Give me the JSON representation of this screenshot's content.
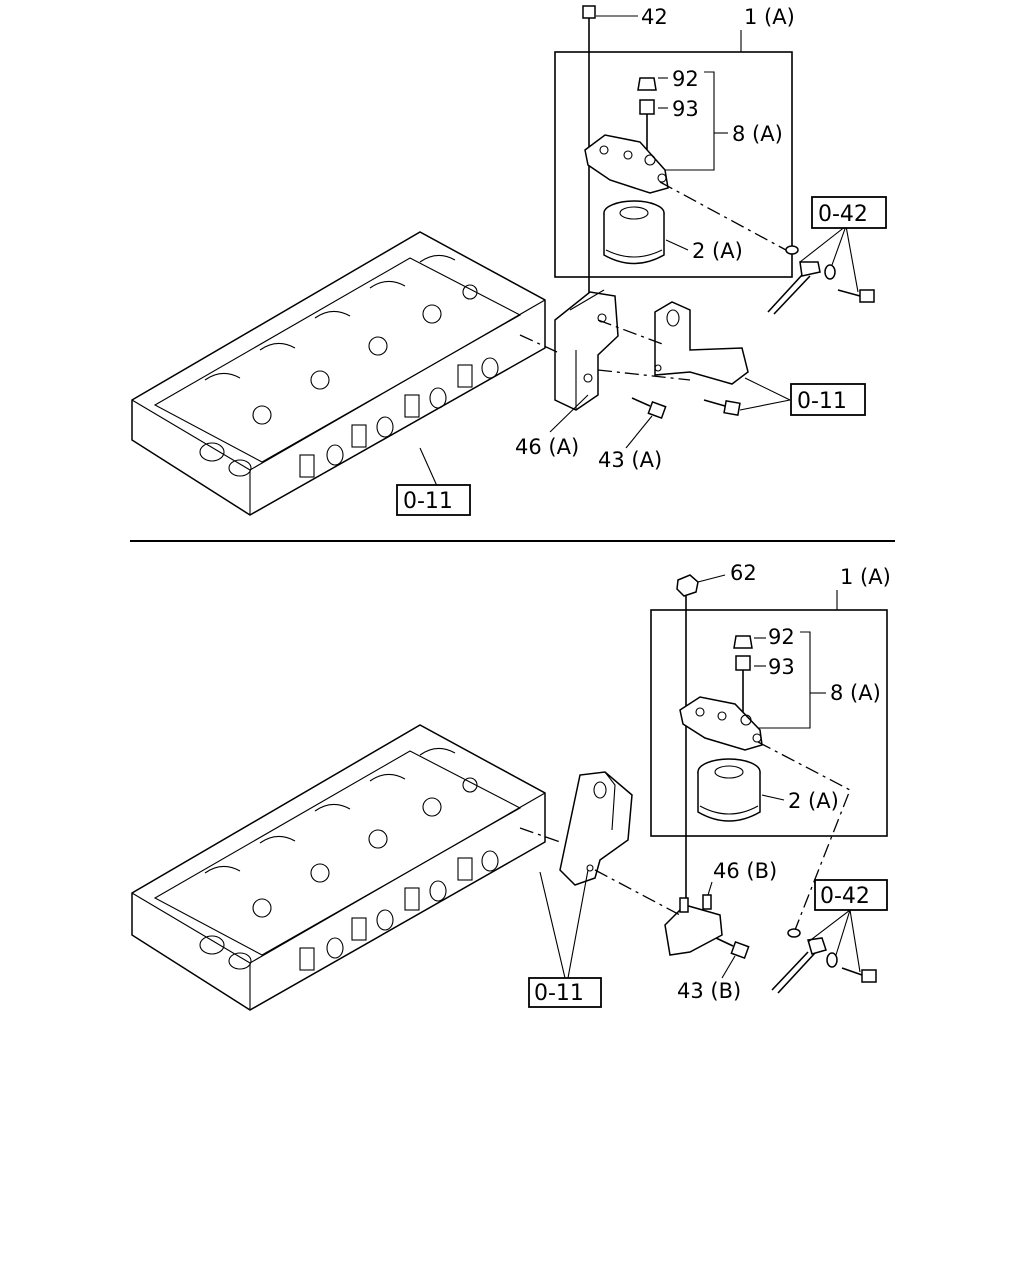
{
  "top_section": {
    "callouts": {
      "c42": "42",
      "c1a": "1 (A)",
      "c92": "92",
      "c93": "93",
      "c8a": "8 (A)",
      "c2a": "2 (A)",
      "c46a": "46 (A)",
      "c43a": "43 (A)"
    },
    "ref_boxes": {
      "r042": "0-42",
      "r011_right": "0-11",
      "r011_bottom": "0-11"
    }
  },
  "bottom_section": {
    "callouts": {
      "c62": "62",
      "c1a": "1 (A)",
      "c92": "92",
      "c93": "93",
      "c8a": "8 (A)",
      "c2a": "2 (A)",
      "c46b": "46 (B)",
      "c43b": "43 (B)"
    },
    "ref_boxes": {
      "r042": "0-42",
      "r011": "0-11"
    }
  }
}
